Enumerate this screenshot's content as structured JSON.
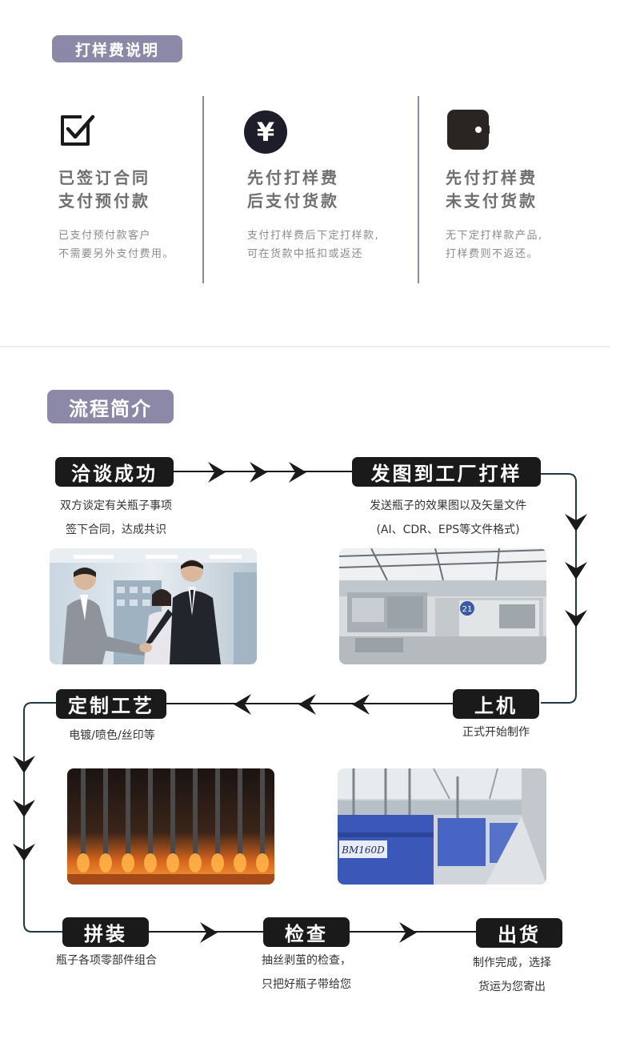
{
  "section1": {
    "title": "打样费说明",
    "columns": [
      {
        "icon": "checkbox-icon",
        "title_line1": "已签订合同",
        "title_line2": "支付预付款",
        "desc_line1": "已支付预付款客户",
        "desc_line2": "不需要另外支付费用。"
      },
      {
        "icon": "yen-icon",
        "yen_symbol": "¥",
        "title_line1": "先付打样费",
        "title_line2": "后支付货款",
        "desc_line1": "支付打样费后下定打样款,",
        "desc_line2": "可在货款中抵扣或返还"
      },
      {
        "icon": "wallet-icon",
        "title_line1": "先付打样费",
        "title_line2": "未支付货款",
        "desc_line1": "无下定打样款产品,",
        "desc_line2": "打样费则不返还。"
      }
    ]
  },
  "section2": {
    "title": "流程简介",
    "steps": {
      "negotiate": {
        "label": "洽谈成功",
        "desc_line1": "双方谈定有关瓶子事项",
        "desc_line2": "签下合同，达成共识"
      },
      "send_drawing": {
        "label": "发图到工厂打样",
        "desc_line1": "发送瓶子的效果图以及矢量文件",
        "desc_line2": "(AI、CDR、EPS等文件格式)"
      },
      "machine": {
        "label": "上机",
        "desc_line1": "正式开始制作"
      },
      "craft": {
        "label": "定制工艺",
        "desc_line1": "电镀/喷色/丝印等"
      },
      "assemble": {
        "label": "拼装",
        "desc_line1": "瓶子各项零部件组合"
      },
      "inspect": {
        "label": "检查",
        "desc_line1": "抽丝剥茧的检查，",
        "desc_line2": "只把好瓶子带给您"
      },
      "ship": {
        "label": "出货",
        "desc_line1": "制作完成，选择",
        "desc_line2": "货运为您寄出"
      }
    },
    "machine_number": "21",
    "machine_model": "BM160D"
  },
  "colors": {
    "accent_purple": "#8c88a8",
    "pill_dark": "#1a1a1a",
    "flow_line": "#1e3a4a"
  }
}
